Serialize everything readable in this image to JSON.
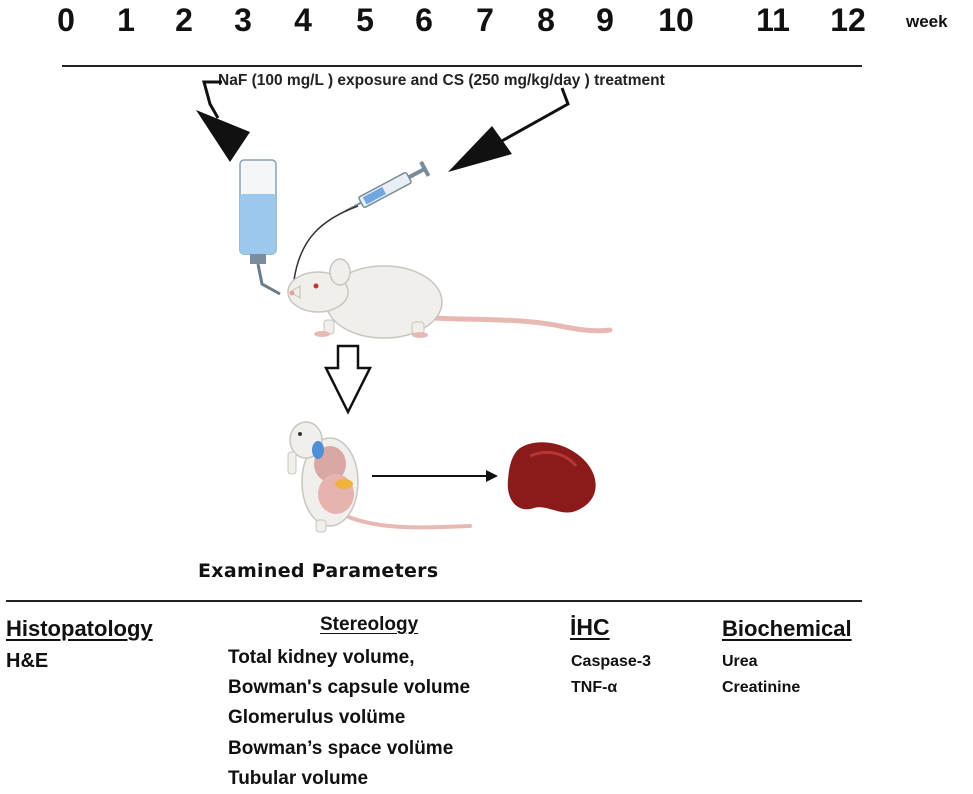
{
  "timeline": {
    "weeks": [
      "0",
      "1",
      "2",
      "3",
      "4",
      "5",
      "6",
      "7",
      "8",
      "9",
      "10",
      "11",
      "12"
    ],
    "unit_label": "week"
  },
  "treatment_caption": "NaF (100 mg/L ) exposure and CS (250 mg/kg/day ) treatment",
  "section_title": "Examined Parameters",
  "columns": {
    "histopathology": {
      "heading": "Histopatology",
      "items": [
        "H&E"
      ]
    },
    "stereology": {
      "heading": "Stereology",
      "items": [
        "Total kidney volume,",
        "Bowman's capsule volume",
        "Glomerulus volüme",
        "Bowman’s space volüme",
        "Tubular volume"
      ]
    },
    "ihc": {
      "heading": "İHC",
      "items": [
        "Caspase-3",
        "TNF-α"
      ]
    },
    "biochemical": {
      "heading": "Biochemical",
      "items": [
        "Urea",
        "Creatinine"
      ]
    }
  },
  "icons": [
    "water-bottle-icon",
    "syringe-icon",
    "rat-icon",
    "dissected-rat-icon",
    "kidney-icon"
  ],
  "colors": {
    "kidney": "#8b1a1a",
    "water": "#9cc8ee",
    "rat_body": "#f1efec",
    "tail": "#e8b9b2"
  }
}
